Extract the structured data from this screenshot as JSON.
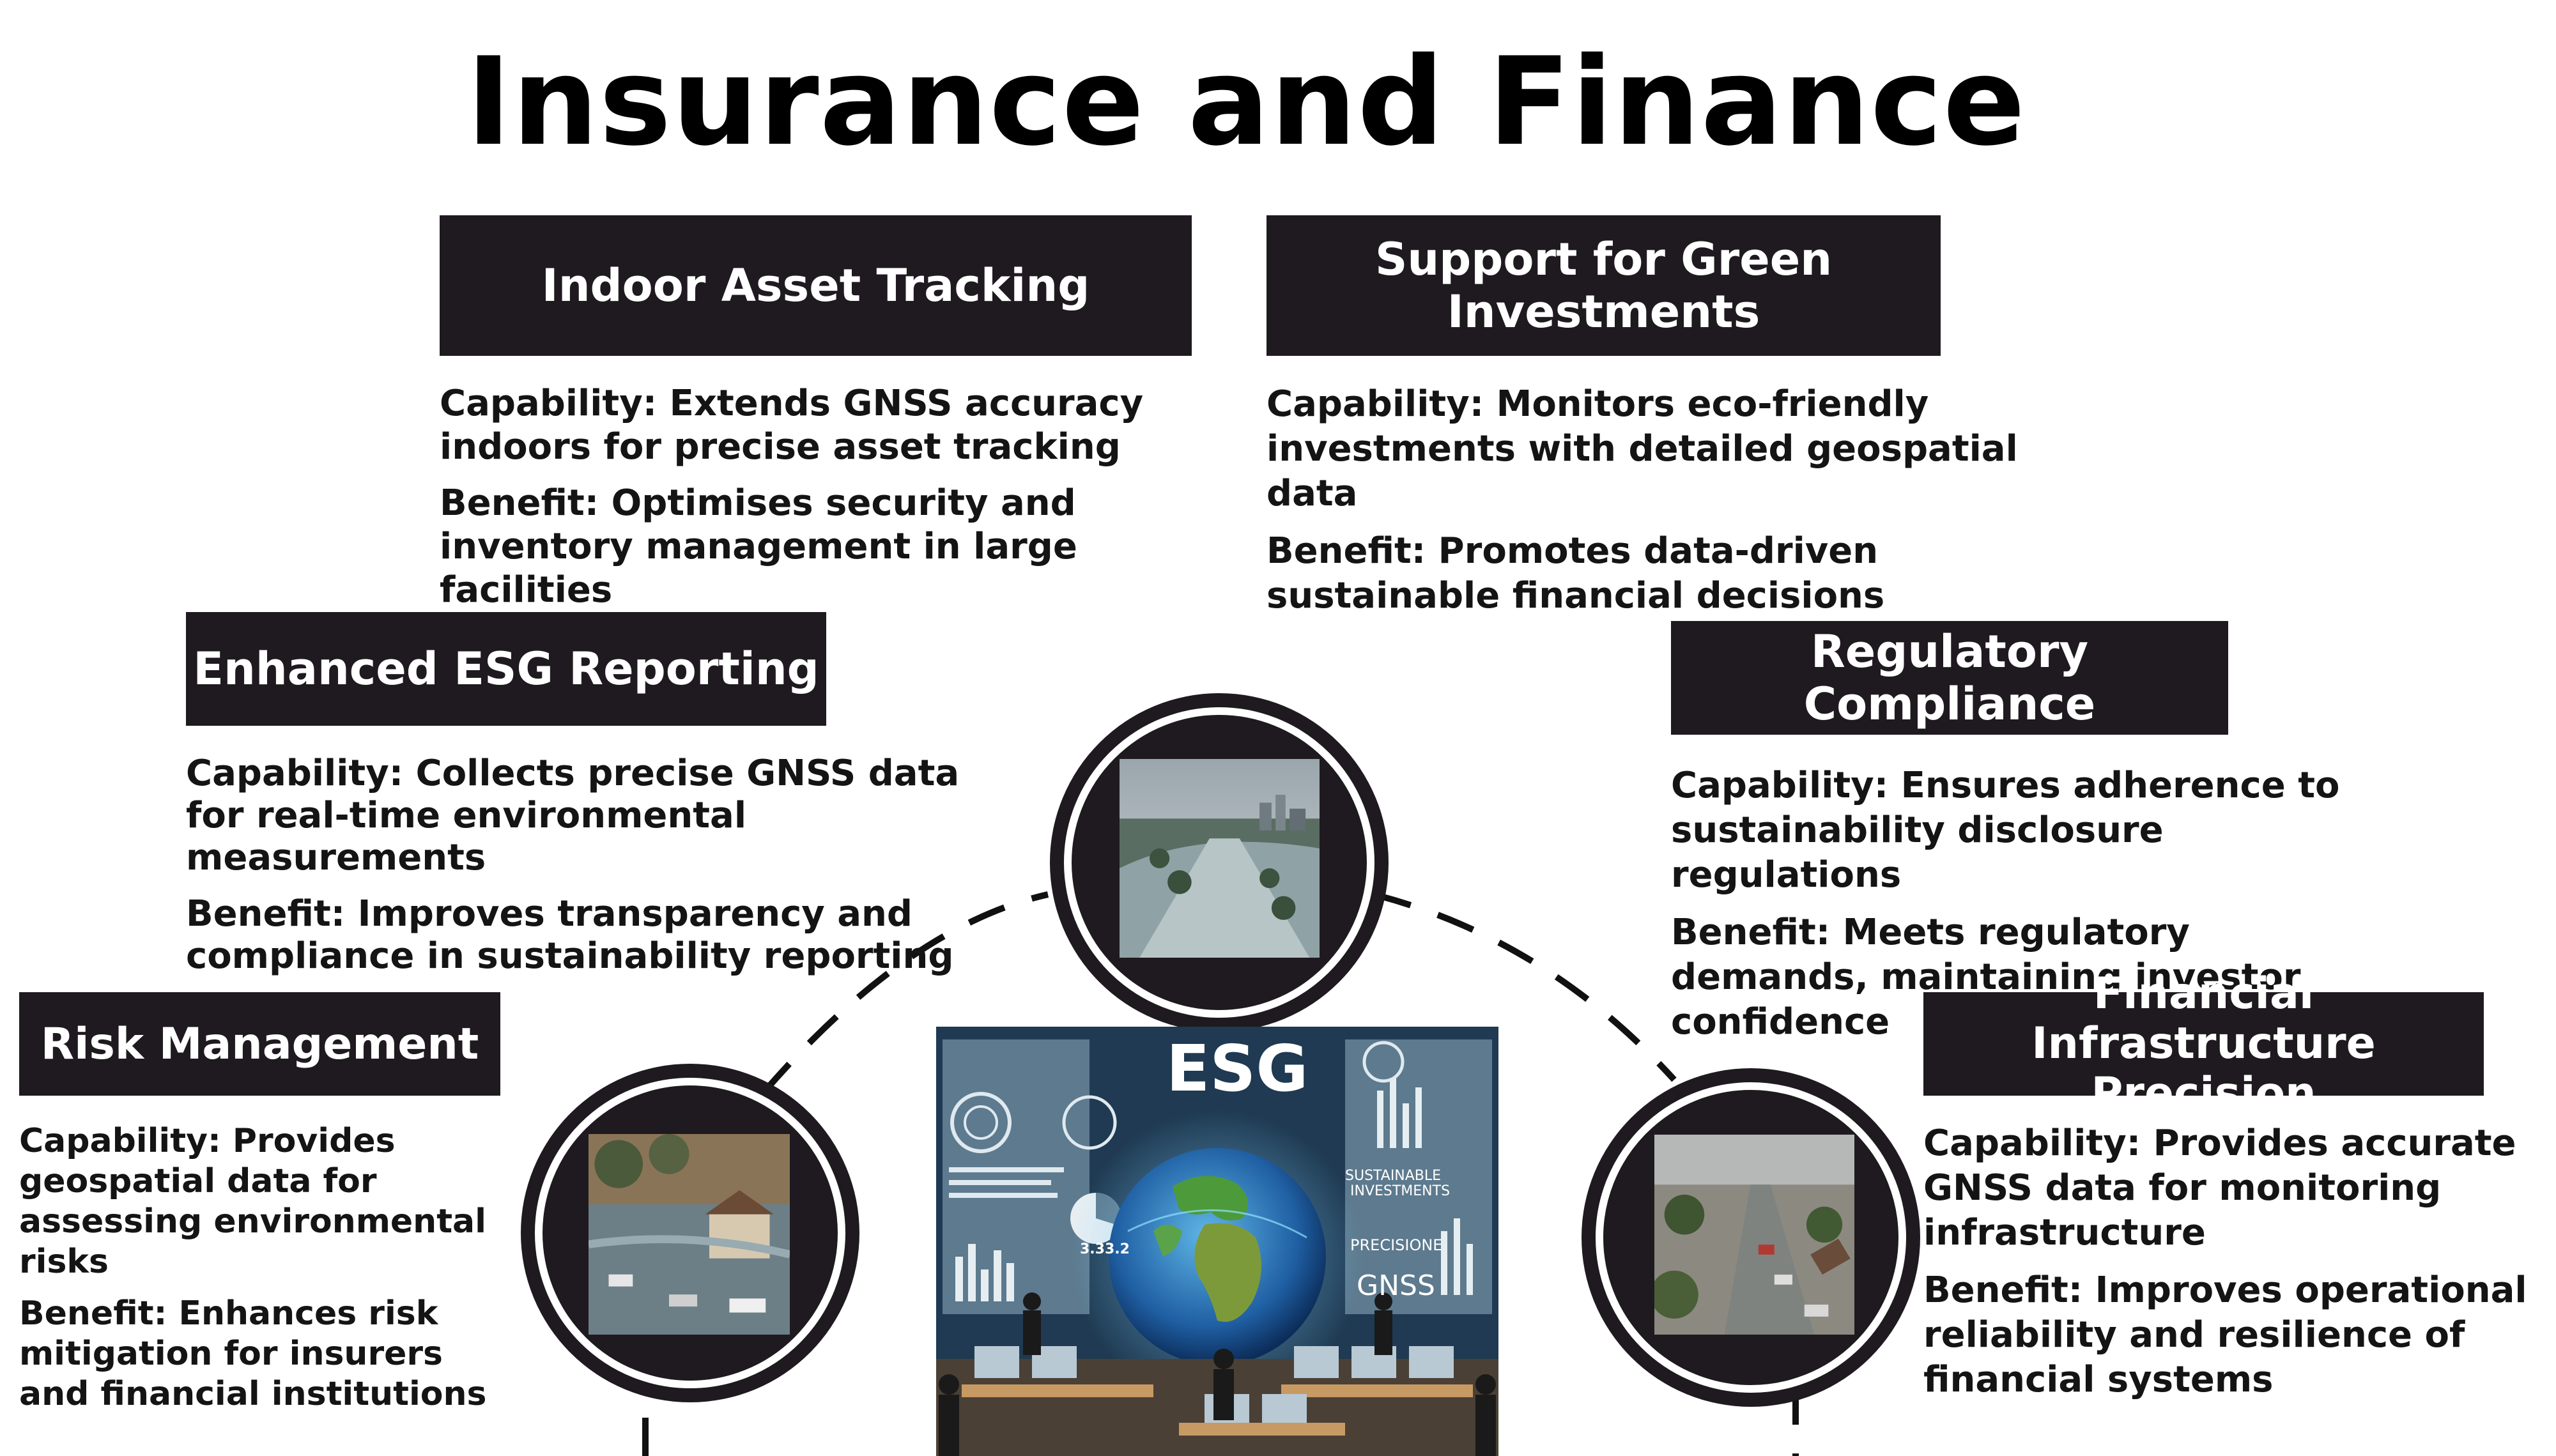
{
  "title": "Insurance and Finance",
  "cards": {
    "indoor": {
      "heading": "Indoor Asset Tracking",
      "capability": "Capability: Extends GNSS accuracy indoors for precise asset tracking",
      "benefit": "Benefit: Optimises security and inventory management in large facilities"
    },
    "green": {
      "heading": "Support for Green Investments",
      "capability": "Capability: Monitors eco-friendly investments with detailed geospatial data",
      "benefit": "Benefit: Promotes data-driven sustainable financial decisions"
    },
    "esg": {
      "heading": "Enhanced ESG Reporting",
      "capability": "Capability: Collects precise GNSS data for real-time environmental measurements",
      "benefit": "Benefit: Improves transparency and compliance in sustainability reporting"
    },
    "regulatory": {
      "heading": "Regulatory Compliance",
      "capability": "Capability: Ensures adherence to sustainability disclosure regulations",
      "benefit": "Benefit: Meets regulatory demands, maintaining investor confidence"
    },
    "risk": {
      "heading": "Risk Management",
      "capability": "Capability: Provides geospatial data for assessing environmental risks",
      "benefit": "Benefit: Enhances risk mitigation for insurers and financial institutions"
    },
    "infra": {
      "heading_line1": "Financial Infrastructure",
      "heading_line2": "Precision",
      "capability": "Capability: Provides accurate GNSS data for monitoring infrastructure",
      "benefit": "Benefit: Improves operational reliability and resilience of financial systems"
    }
  },
  "center_image": {
    "headline": "ESG",
    "label_sustainable_1": "SUSTAINABLE",
    "label_sustainable_2": "INVESTMENTS",
    "label_precision": "PRECISIONE",
    "label_gnss": "GNSS",
    "label_version": "3.33.2"
  },
  "colors": {
    "box_fill": "#1f1a1f",
    "text": "#141414",
    "background": "#ffffff"
  }
}
